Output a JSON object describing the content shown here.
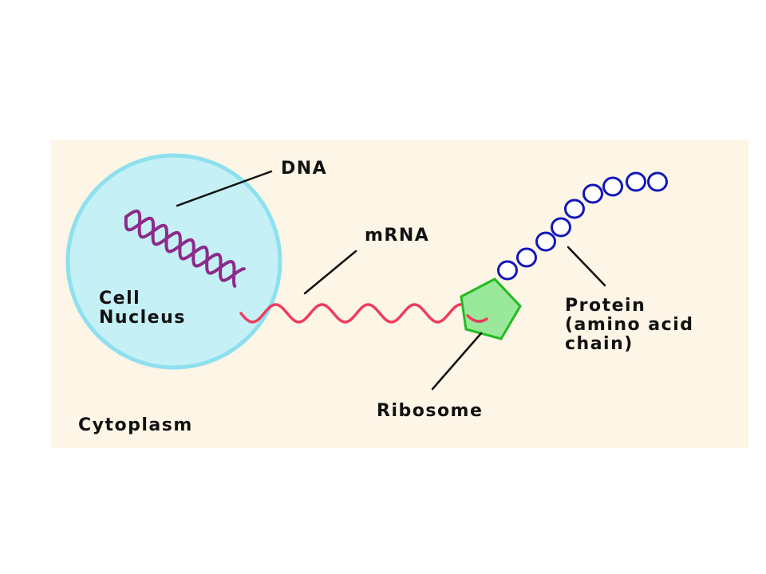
{
  "labels": {
    "dna": "DNA",
    "mrna": "mRNA",
    "cell_line1": "Cell",
    "nucleus_line2": "Nucleus",
    "protein_line1": "Protein",
    "protein_line2": "(amino acid",
    "protein_line3": "chain)",
    "ribosome": "Ribosome",
    "cytoplasm": "Cytoplasm"
  },
  "colors": {
    "cytoplasm_bg": "#fdf5e6",
    "nucleus_fill": "#c4f0f6",
    "nucleus_stroke": "#8ee0ee",
    "dna": "#8e2a8a",
    "mrna": "#f03c5e",
    "ribosome_fill": "#9ae89a",
    "ribosome_stroke": "#22bb22",
    "protein": "#1018b8",
    "leader": "#111111"
  },
  "icons": {
    "nucleus": "circle",
    "ribosome": "pentagon",
    "amino_acid": "ring"
  }
}
